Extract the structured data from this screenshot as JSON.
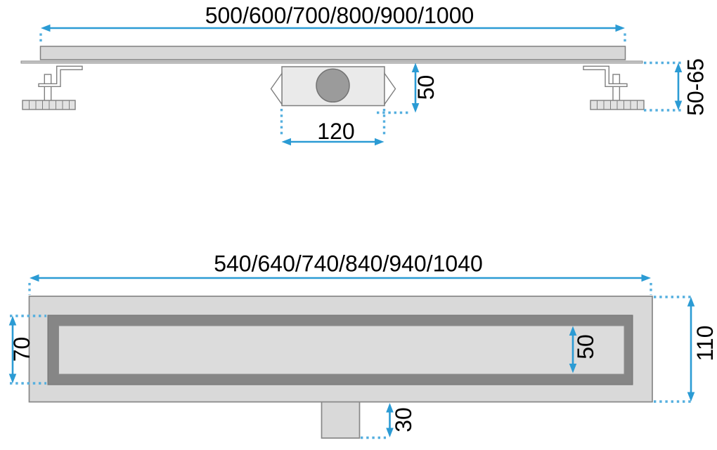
{
  "side_view": {
    "length_options": "500/600/700/800/900/1000",
    "trap_height": "50",
    "trap_length": "120",
    "install_height_range": "50-65"
  },
  "plan_view": {
    "length_options": "540/640/740/840/940/1040",
    "frame_width": "70",
    "grate_width": "50",
    "body_width": "110",
    "outlet_extension": "30"
  },
  "colors": {
    "dimension_line_blue": "#2b9bd4",
    "extension_dot_blue": "#55afdf",
    "part_outline_gray": "#7f7f7f",
    "light_fill_gray": "#d9d9d9",
    "frame_dark_gray": "#868686",
    "circle_gray": "#9b9b9b",
    "label_black": "#000000"
  }
}
